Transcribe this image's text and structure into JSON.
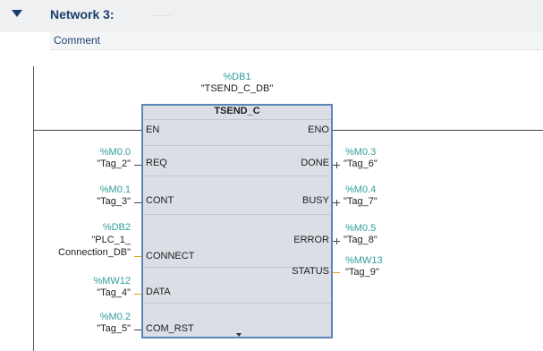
{
  "network": {
    "title": "Network 3:",
    "title_suffix": "......",
    "comment": "Comment"
  },
  "instance": {
    "address": "%DB1",
    "name": "\"TSEND_C_DB\""
  },
  "block": {
    "type": "TSEND_C",
    "en": "EN",
    "eno": "ENO",
    "inputs": [
      {
        "pin": "REQ",
        "address": "%M0.0",
        "tag": "\"Tag_2\""
      },
      {
        "pin": "CONT",
        "address": "%M0.1",
        "tag": "\"Tag_3\""
      },
      {
        "pin": "CONNECT",
        "address": "%DB2",
        "tag_line1": "\"PLC_1_",
        "tag_line2": "Connection_DB\""
      },
      {
        "pin": "DATA",
        "address": "%MW12",
        "tag": "\"Tag_4\""
      },
      {
        "pin": "COM_RST",
        "address": "%M0.2",
        "tag": "\"Tag_5\""
      }
    ],
    "outputs": [
      {
        "pin": "DONE",
        "address": "%M0.3",
        "tag": "\"Tag_6\""
      },
      {
        "pin": "BUSY",
        "address": "%M0.4",
        "tag": "\"Tag_7\""
      },
      {
        "pin": "ERROR",
        "address": "%M0.5",
        "tag": "\"Tag_8\""
      },
      {
        "pin": "STATUS",
        "address": "%MW13",
        "tag": "\"Tag_9\""
      }
    ]
  },
  "colors": {
    "header_text": "#1a3f6b",
    "address_text": "#2f9e9a",
    "block_border": "#5b86b8",
    "block_fill": "#dcdee6",
    "connect_wire": "#e6a017"
  }
}
